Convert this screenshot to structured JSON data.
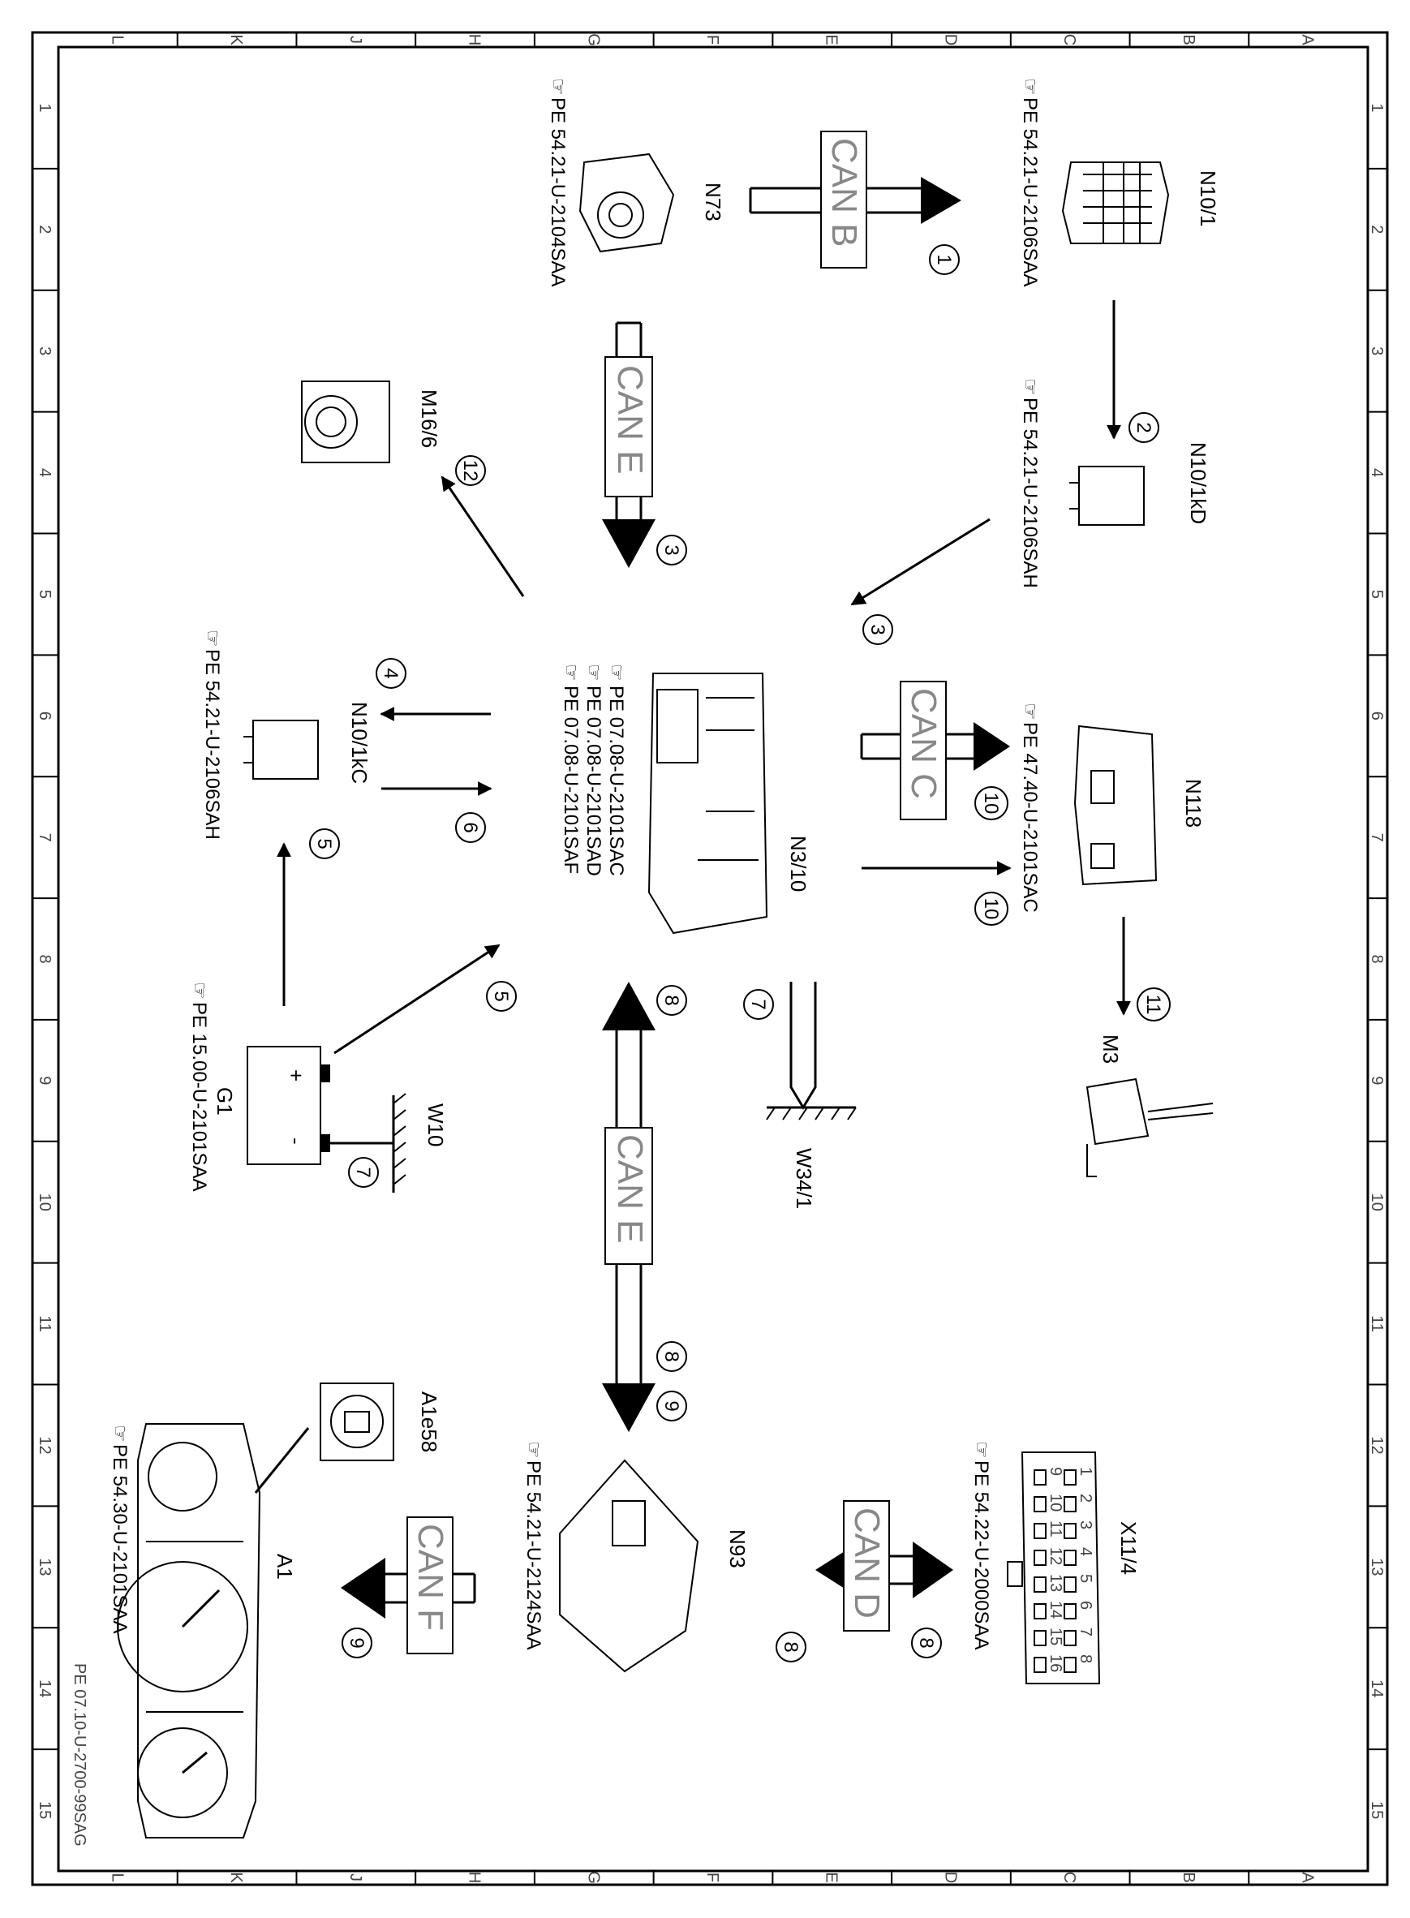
{
  "doc_ref": "PE 07.10-U-2700-99SAG",
  "grid": {
    "rows": [
      "1",
      "2",
      "3",
      "4",
      "5",
      "6",
      "7",
      "8",
      "9",
      "10",
      "11",
      "12",
      "13",
      "14",
      "15"
    ],
    "cols_top_to_bottom": [
      "L",
      "K",
      "J",
      "H",
      "G",
      "F",
      "E",
      "D",
      "C",
      "B",
      "A"
    ]
  },
  "components": {
    "n10_1": {
      "label": "N10/1",
      "ref": "PE 54.21-U-2106SAA"
    },
    "n73": {
      "label": "N73",
      "ref": "PE 54.21-U-2104SAA"
    },
    "n10_1kd": {
      "label": "N10/1kD",
      "ref": "PE 54.21-U-2106SAH"
    },
    "m16_6": {
      "label": "M16/6"
    },
    "n3_10": {
      "label": "N3/10",
      "refs": [
        "PE 07.08-U-2101SAC",
        "PE 07.08-U-2101SAD",
        "PE 07.08-U-2101SAF"
      ]
    },
    "n10_1kc": {
      "label": "N10/1kC",
      "ref": "PE 54.21-U-2106SAH"
    },
    "n118": {
      "label": "N118",
      "ref": "PE 47.40-U-2101SAC"
    },
    "m3": {
      "label": "M3"
    },
    "g1": {
      "label": "G1",
      "ref": "PE 15.00-U-2101SAA",
      "plus": "+",
      "minus": "-"
    },
    "w10": {
      "label": "W10"
    },
    "w34_1": {
      "label": "W34/1"
    },
    "x11_4": {
      "label": "X11/4",
      "ref": "PE 54.22-U-2000SAA",
      "pins": [
        "1",
        "2",
        "3",
        "4",
        "5",
        "6",
        "7",
        "8",
        "9",
        "10",
        "11",
        "12",
        "13",
        "14",
        "15",
        "16"
      ]
    },
    "n93": {
      "label": "N93",
      "ref": "PE 54.21-U-2124SAA"
    },
    "a1e58": {
      "label": "A1e58"
    },
    "a1": {
      "label": "A1",
      "ref": "PE 54.30-U-2101SAA"
    }
  },
  "buses": {
    "can_b": "CAN B",
    "can_e_top": "CAN E",
    "can_c": "CAN C",
    "can_e_bottom": "CAN E",
    "can_d": "CAN D",
    "can_f": "CAN F"
  },
  "steps": {
    "s1": "1",
    "s2": "2",
    "s3a": "3",
    "s3b": "3",
    "s4": "4",
    "s5a": "5",
    "s5b": "5",
    "s6": "6",
    "s7a": "7",
    "s7b": "7",
    "s8a": "8",
    "s8b": "8",
    "s8c": "8",
    "s8d": "8",
    "s9a": "9",
    "s9b": "9",
    "s10a": "10",
    "s10b": "10",
    "s11": "11",
    "s12": "12"
  }
}
